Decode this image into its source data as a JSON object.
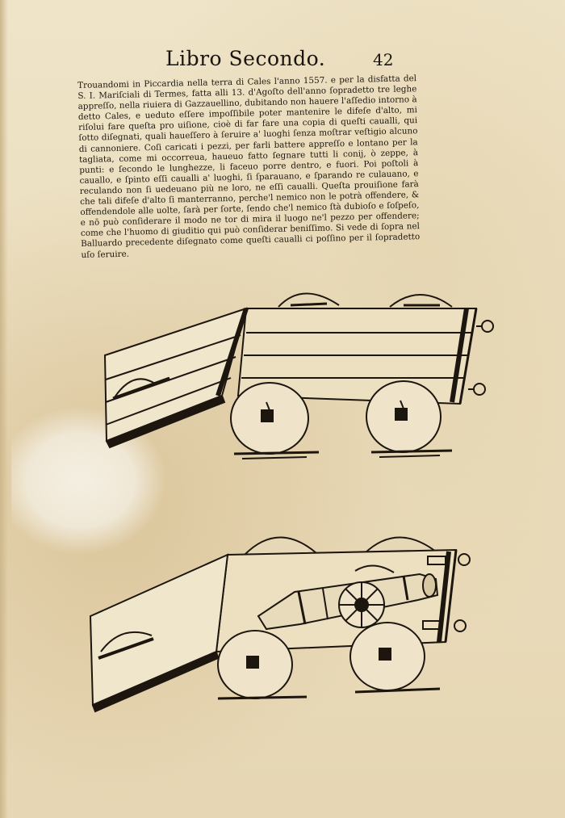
{
  "header": {
    "title": "Libro Secondo.",
    "page_number": "42"
  },
  "body": {
    "paragraph": "Trouandomi in Piccardia nella terra di Cales l'anno 1557. e per la disfatta del S. I. Mariſciali di Termes, fatta alli 13. d'Agoſto dell'anno ſopradetto tre leghe appreſſo, nella riuiera di Gazzauellino, dubitando non hauere l'aſſedio intorno à detto Cales, e ueduto eſſere impoſſibile poter mantenire le difeſe d'alto, mi riſolui fare queſta pro uiſione, cioè di far fare una copia di queſti caualli, qui ſotto diſegnati, quali haueſſero à ſeruire a' luoghi ſenza moſtrar veſtigio alcuno di cannoniere. Coſi caricati i pezzi, per farli battere appreſſo e lontano per la tagliata, come mi occorreua, haueuo fatto ſegnare tutti li conij, ò zeppe, à punti: e ſecondo le lunghezze, li faceuo porre dentro, e fuori. Poi poſtoli à cauallo, e ſpinto eſſi caualli a' luoghi, ſi ſparauano, e ſparando re culauano, e reculando non ſi uedeuano più ne loro, ne eſſi caualli. Queſta prouiſione farà che tali difeſe d'alto ſi manterranno, perche'l nemico non le potrà offendere, & offendendole alle uolte, ſarà per ſorte, ſendo che'l nemico ſtà dubioſo e ſoſpeſo, e nō può conſiderare il modo ne tor di mira il luogo ne'l pezzo per offendere; come che l'huomo di giuditio qui può conſiderar beniſſimo. Si vede di ſopra nel Balluardo precedente diſegnato come queſti caualli ci poſſino per il ſopradetto uſo ſeruire."
  },
  "figures": {
    "upper": {
      "label": ""
    },
    "lower": {
      "label": ""
    }
  },
  "colors": {
    "paper": "#eee2c6",
    "ink": "#1c160f",
    "stain": "#f4efe2"
  }
}
